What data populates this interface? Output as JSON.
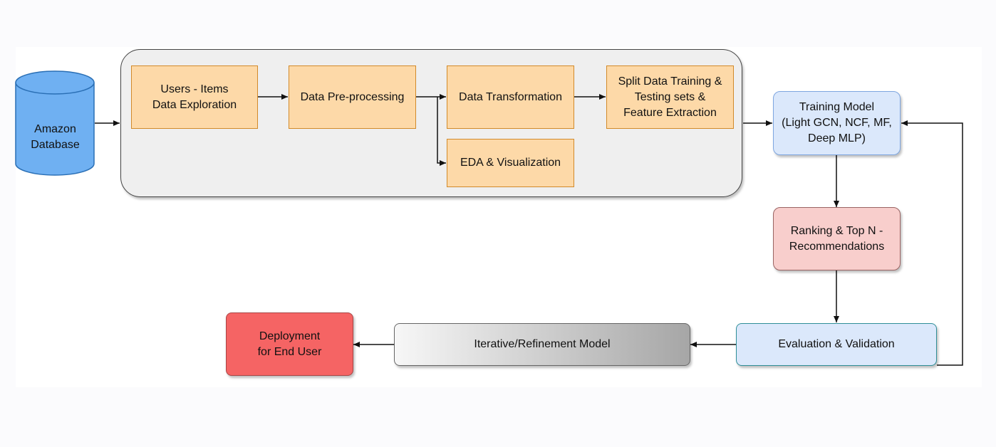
{
  "colors": {
    "process_fill": "#fdd9a8",
    "process_border": "#d28a2a",
    "model_fill": "#dbe8fb",
    "ranking_fill": "#f8cecc",
    "deployment_fill": "#f56464",
    "database_fill": "#6fb0f2"
  },
  "database": {
    "label": "Amazon\nDatabase",
    "shape": "cylinder"
  },
  "pipeline": {
    "users_items": "Users - Items\nData Exploration",
    "preprocessing": "Data Pre-processing",
    "transformation": "Data Transformation",
    "eda": "EDA & Visualization",
    "split": "Split Data Training &\nTesting sets &\nFeature Extraction"
  },
  "model": {
    "training": "Training Model\n(Light GCN, NCF, MF,\nDeep MLP)",
    "ranking": "Ranking & Top N -\nRecommendations",
    "evaluation": "Evaluation & Validation",
    "iterative": "Iterative/Refinement Model",
    "deployment": "Deployment\nfor End User"
  }
}
